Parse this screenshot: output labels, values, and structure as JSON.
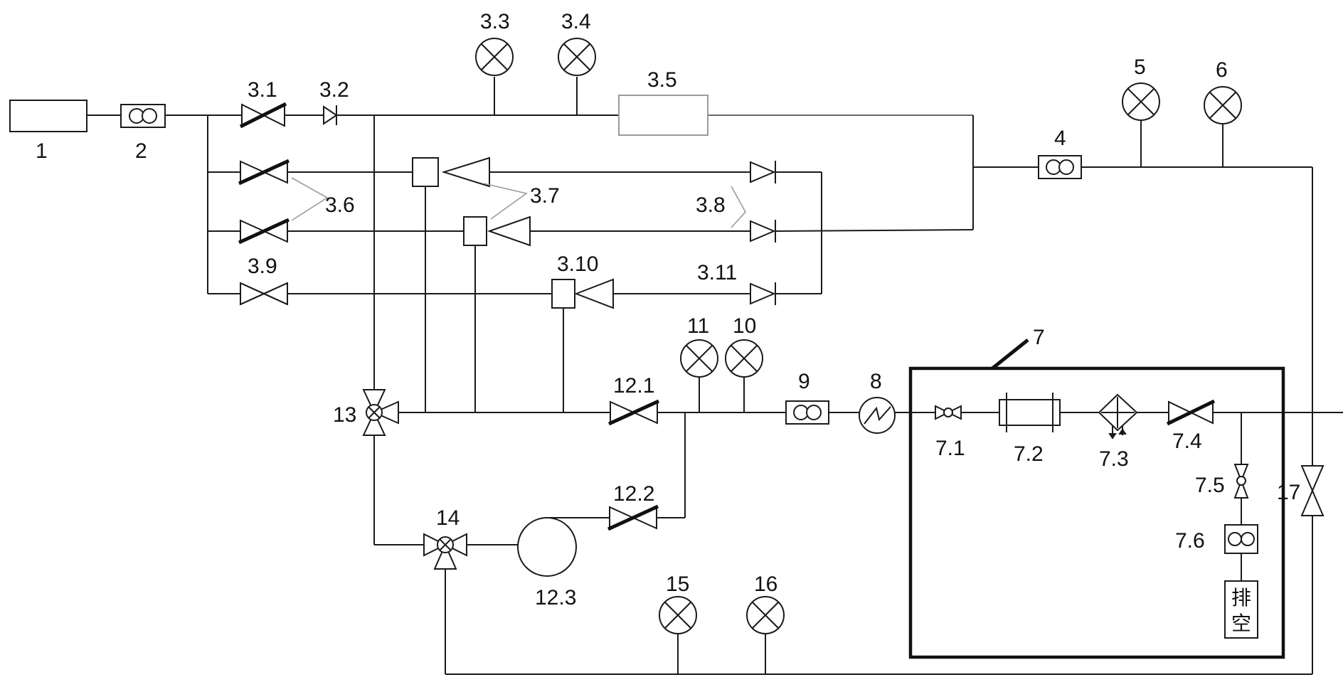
{
  "diagram": {
    "components": {
      "c1": "1",
      "c2": "2",
      "c3_1": "3.1",
      "c3_2": "3.2",
      "c3_3": "3.3",
      "c3_4": "3.4",
      "c3_5": "3.5",
      "c3_6": "3.6",
      "c3_7": "3.7",
      "c3_8": "3.8",
      "c3_9": "3.9",
      "c3_10": "3.10",
      "c3_11": "3.11",
      "c4": "4",
      "c5": "5",
      "c6": "6",
      "c7": "7",
      "c7_1": "7.1",
      "c7_2": "7.2",
      "c7_3": "7.3",
      "c7_4": "7.4",
      "c7_5": "7.5",
      "c7_6": "7.6",
      "c8": "8",
      "c9": "9",
      "c10": "10",
      "c11": "11",
      "c12_1": "12.1",
      "c12_2": "12.2",
      "c12_3": "12.3",
      "c13": "13",
      "c14": "14",
      "c15": "15",
      "c16": "16",
      "c17": "17"
    },
    "vent": {
      "line1": "排",
      "line2": "空"
    }
  }
}
